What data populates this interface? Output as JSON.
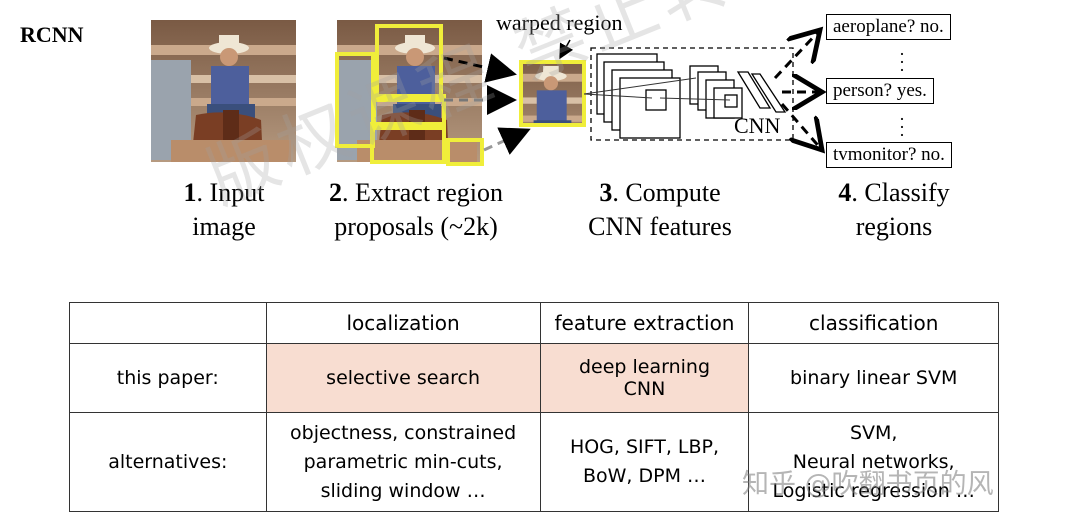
{
  "title": "RCNN",
  "diagram": {
    "warped_label": "warped region",
    "cnn_label": "CNN",
    "steps": [
      {
        "num": "1",
        "text1": ". Input",
        "text2": "image"
      },
      {
        "num": "2",
        "text1": ". Extract region",
        "text2": "proposals (~2k)"
      },
      {
        "num": "3",
        "text1": ". Compute",
        "text2": "CNN features"
      },
      {
        "num": "4",
        "text1": ". Classify",
        "text2": "regions"
      }
    ],
    "classes": [
      "aeroplane? no.",
      "person? yes.",
      "tvmonitor? no."
    ],
    "colors": {
      "proposal_box": "#f0ee3a",
      "highlight_cell": "#f8ddd1"
    }
  },
  "table": {
    "headers": [
      "",
      "localization",
      "feature extraction",
      "classification"
    ],
    "rows": [
      {
        "label": "this paper:",
        "cells": [
          "selective search",
          "deep learning\nCNN",
          "binary linear SVM"
        ]
      },
      {
        "label": "alternatives:",
        "cells": [
          "objectness, constrained\nparametric min-cuts,\nsliding window …",
          "HOG, SIFT, LBP,\nBoW, DPM …",
          "SVM,\nNeural networks,\nLogistic regression …"
        ]
      }
    ]
  },
  "watermark": "版权课程 禁止转载",
  "credit": "知乎 @吹翻书页的风"
}
